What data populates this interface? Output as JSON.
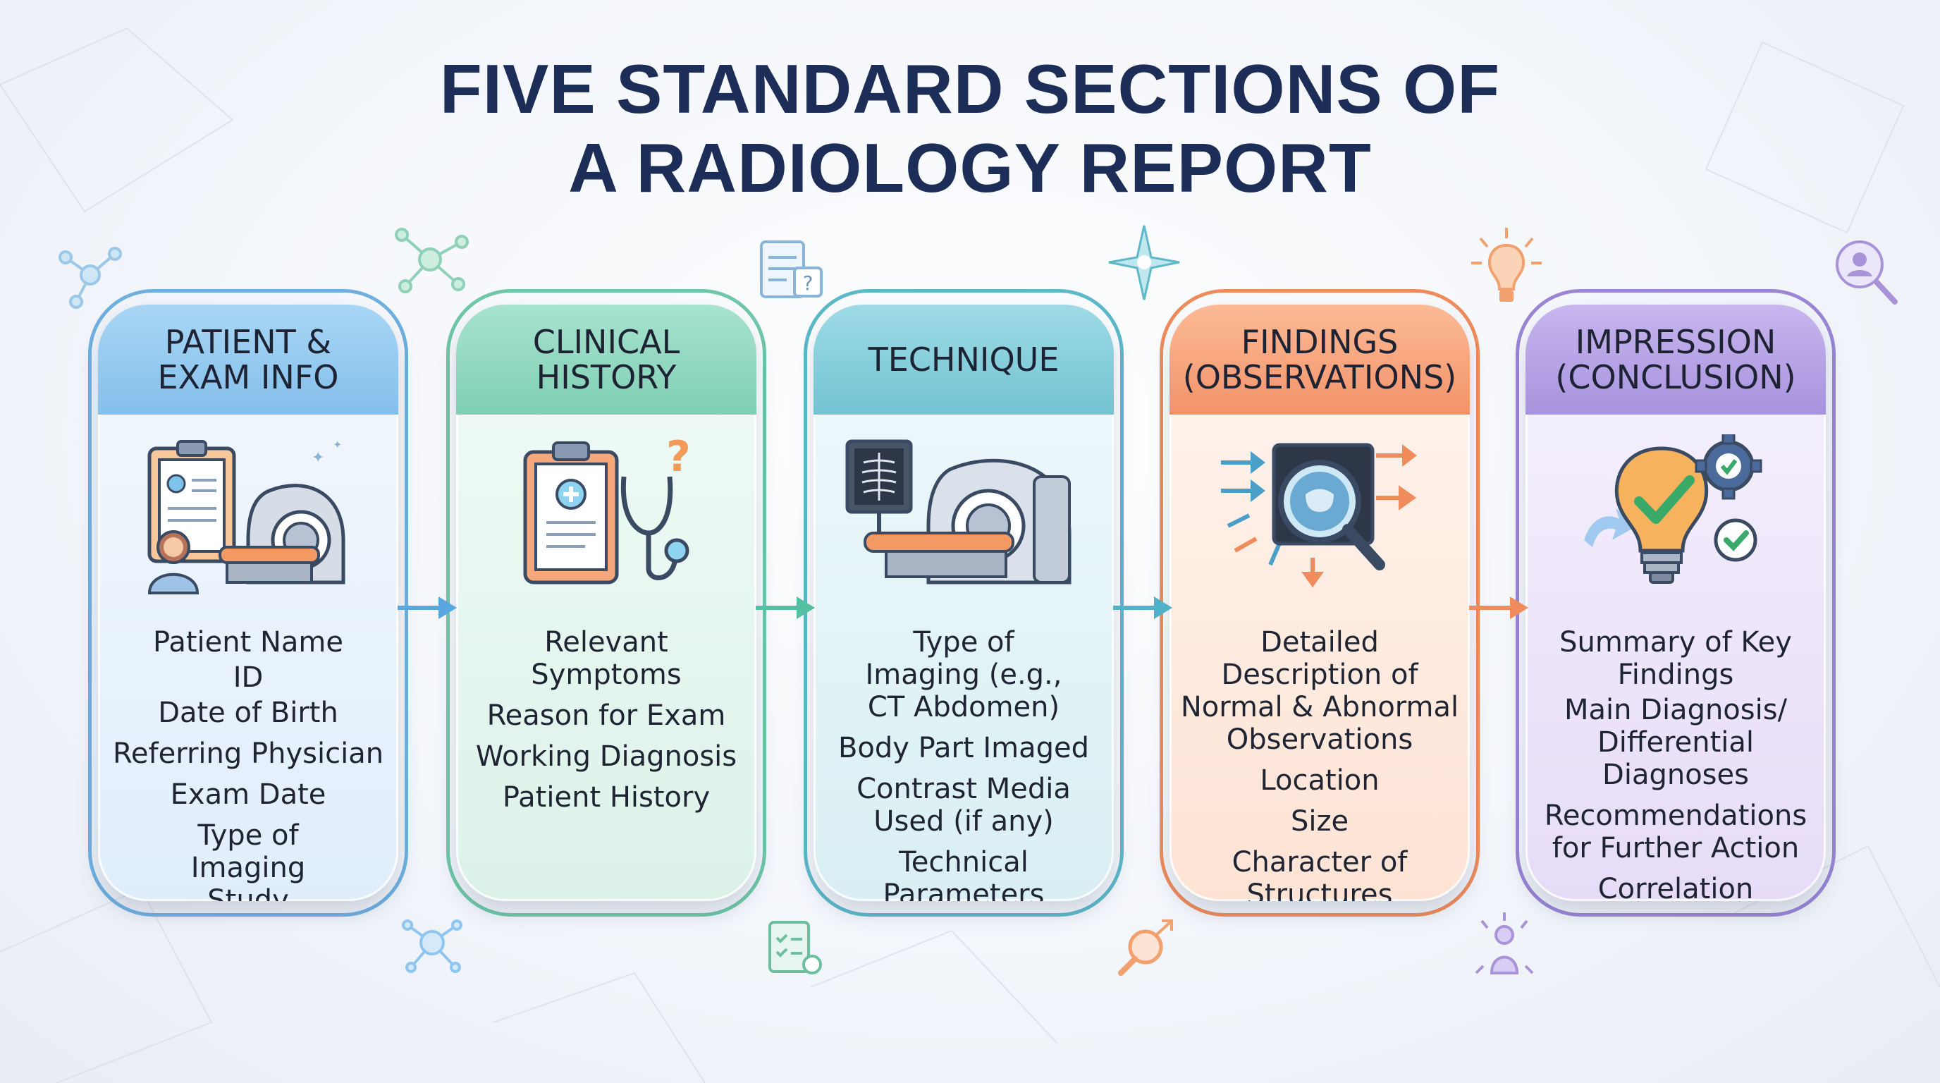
{
  "title": {
    "line1": "FIVE STANDARD SECTIONS OF",
    "line2": "A RADIOLOGY REPORT"
  },
  "colors": {
    "title": "#1c2e58",
    "patient": "#8ec6f0",
    "clinical": "#8fd8c0",
    "technique": "#7fcfdc",
    "findings": "#f7a47c",
    "impression": "#b8a4e6"
  },
  "sections": [
    {
      "header": [
        "PATIENT &",
        "EXAM INFO"
      ],
      "icon": "clipboard-mri-scanner-icon",
      "items": [
        "Patient Name",
        "ID",
        "Date of Birth",
        "Referring Physician",
        "Exam Date",
        "Type of Imaging Study"
      ]
    },
    {
      "header": [
        "CLINICAL",
        "HISTORY"
      ],
      "icon": "clipboard-stethoscope-icon",
      "items": [
        "Relevant Symptoms",
        "Reason for Exam",
        "Working Diagnosis",
        "Patient History"
      ]
    },
    {
      "header": [
        "TECHNIQUE"
      ],
      "icon": "xray-ct-scanner-icon",
      "items": [
        "Type of Imaging (e.g., CT Abdomen)",
        "Body Part Imaged",
        "Contrast Media Used (if any)",
        "Technical Parameters"
      ]
    },
    {
      "header": [
        "FINDINGS",
        "(OBSERVATIONS)"
      ],
      "icon": "magnifier-xray-icon",
      "items": [
        "Detailed Description of Normal & Abnormal Observations",
        "Location",
        "Size",
        "Character of Structures"
      ]
    },
    {
      "header": [
        "IMPRESSION",
        "(CONCLUSION)"
      ],
      "icon": "lightbulb-gear-check-icon",
      "items": [
        "Summary of Key Findings",
        "Main Diagnosis/ Differential Diagnoses",
        "Recommendations for Further Action",
        "Correlation with Clinical Data"
      ]
    }
  ]
}
